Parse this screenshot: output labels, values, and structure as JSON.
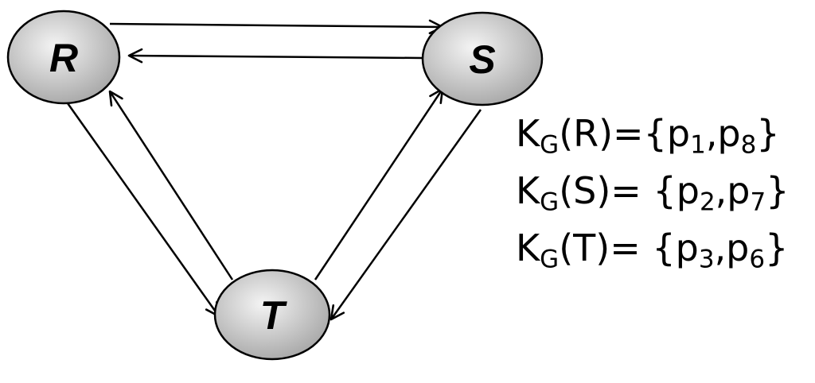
{
  "colors": {
    "node_fill_light": "#f4f4f4",
    "node_fill_dark": "#a8a8a8",
    "stroke": "#000000",
    "background": "#ffffff"
  },
  "nodes": [
    {
      "id": "R",
      "label": "R"
    },
    {
      "id": "S",
      "label": "S"
    },
    {
      "id": "T",
      "label": "T"
    }
  ],
  "edges": [
    {
      "from": "R",
      "to": "S"
    },
    {
      "from": "S",
      "to": "R"
    },
    {
      "from": "R",
      "to": "T"
    },
    {
      "from": "T",
      "to": "R"
    },
    {
      "from": "T",
      "to": "S"
    },
    {
      "from": "S",
      "to": "T"
    }
  ],
  "formulas": [
    {
      "base": "K",
      "sub": "G",
      "arg": "(R)=",
      "open": "{p",
      "sub1": "1",
      "mid": ",p",
      "sub2": "8",
      "close": "}"
    },
    {
      "base": "K",
      "sub": "G",
      "arg": "(S)= ",
      "open": "{p",
      "sub1": "2",
      "mid": ",p",
      "sub2": "7",
      "close": "}"
    },
    {
      "base": "K",
      "sub": "G",
      "arg": "(T)= ",
      "open": "{p",
      "sub1": "3",
      "mid": ",p",
      "sub2": "6",
      "close": "}"
    }
  ]
}
